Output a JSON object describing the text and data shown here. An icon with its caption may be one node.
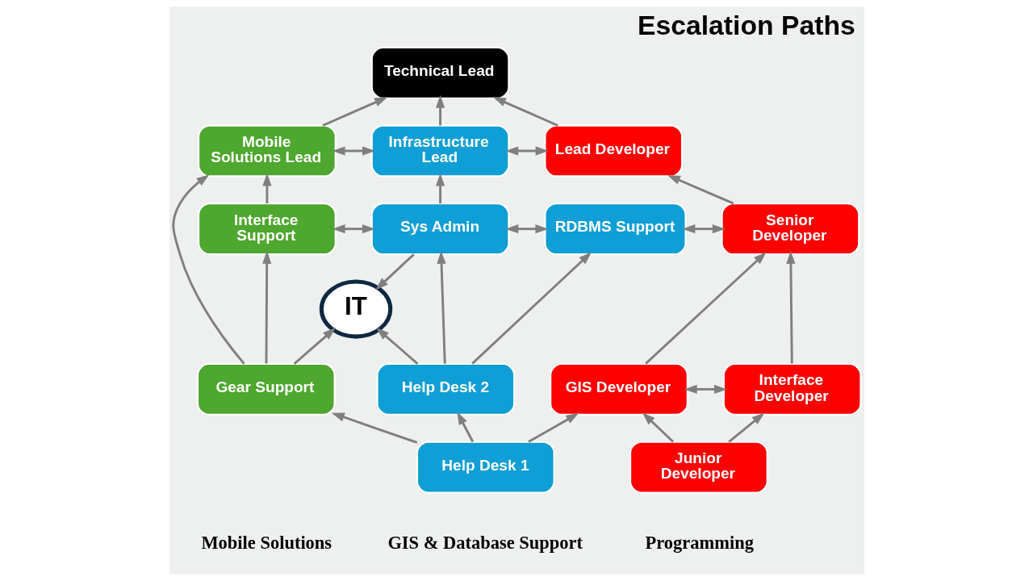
{
  "diagram": {
    "title": "Escalation Paths",
    "nodes": [
      {
        "text": [
          "Technical Lead"
        ]
      },
      {
        "text": [
          "Mobile Solutions Lead"
        ]
      },
      {
        "text": [
          "Infrastructure Lead"
        ]
      },
      {
        "text": [
          "Lead Developer"
        ]
      },
      {
        "text": [
          "Interface Support"
        ]
      },
      {
        "text": [
          "Sys Admin"
        ]
      },
      {
        "text": [
          "RDBMS Support"
        ]
      },
      {
        "text": [
          "Senior Developer"
        ]
      },
      {
        "text": [
          "IT"
        ]
      },
      {
        "text": [
          "Gear Support"
        ]
      },
      {
        "text": [
          "Help Desk 2"
        ]
      },
      {
        "text": [
          "GIS Developer"
        ]
      },
      {
        "text": [
          "Interface Developer"
        ]
      },
      {
        "text": [
          "Help Desk 1"
        ]
      },
      {
        "text": [
          "Junior Developer"
        ]
      }
    ],
    "edges": [
      {
        "from": 1,
        "to": 0,
        "arrow": "to"
      },
      {
        "from": 2,
        "to": 0,
        "arrow": "to"
      },
      {
        "from": 3,
        "to": 0,
        "arrow": "to"
      },
      {
        "from": 1,
        "to": 2,
        "arrow": "both"
      },
      {
        "from": 2,
        "to": 3,
        "arrow": "both"
      },
      {
        "from": 4,
        "to": 1,
        "arrow": "to"
      },
      {
        "from": 5,
        "to": 2,
        "arrow": "to"
      },
      {
        "from": 7,
        "to": 3,
        "arrow": "to"
      },
      {
        "from": 9,
        "to": 1,
        "arrow": "to"
      },
      {
        "from": 4,
        "to": 5,
        "arrow": "both"
      },
      {
        "from": 5,
        "to": 6,
        "arrow": "both"
      },
      {
        "from": 6,
        "to": 7,
        "arrow": "both"
      },
      {
        "from": 5,
        "to": 8,
        "arrow": "to"
      },
      {
        "from": 9,
        "to": 4,
        "arrow": "to"
      },
      {
        "from": 9,
        "to": 8,
        "arrow": "to"
      },
      {
        "from": 10,
        "to": 8,
        "arrow": "to"
      },
      {
        "from": 10,
        "to": 5,
        "arrow": "to"
      },
      {
        "from": 10,
        "to": 6,
        "arrow": "to"
      },
      {
        "from": 11,
        "to": 7,
        "arrow": "to"
      },
      {
        "from": 11,
        "to": 12,
        "arrow": "both"
      },
      {
        "from": 12,
        "to": 7,
        "arrow": "to"
      },
      {
        "from": 13,
        "to": 9,
        "arrow": "to"
      },
      {
        "from": 13,
        "to": 10,
        "arrow": "to"
      },
      {
        "from": 13,
        "to": 11,
        "arrow": "to"
      },
      {
        "from": 14,
        "to": 11,
        "arrow": "to"
      },
      {
        "from": 14,
        "to": 12,
        "arrow": "to"
      }
    ],
    "labels": [
      "Mobile Solutions",
      "GIS & Database Support",
      "Programming"
    ]
  }
}
